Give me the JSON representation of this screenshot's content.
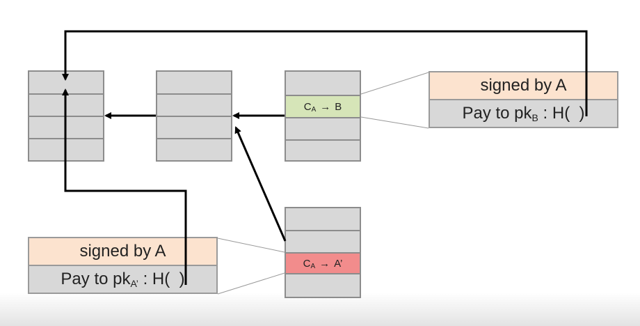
{
  "colors": {
    "block_fill": "#d8d8d8",
    "block_border": "#8c8c8c",
    "signed_fill": "#fce3cf",
    "coin_to_B_fill": "#d6e5b8",
    "coin_to_A_prime_fill": "#f28c8c",
    "arrow": "#000000",
    "connector": "#999999"
  },
  "coin_labels": {
    "to_B": {
      "coin": "C",
      "coin_sub": "A",
      "arrow": "→",
      "recipient": "B"
    },
    "to_A_prime": {
      "coin": "C",
      "coin_sub": "A",
      "arrow": "→",
      "recipient": "A’"
    }
  },
  "callouts": {
    "top_right": {
      "header": "signed by A",
      "body_prefix": "Pay to pk",
      "body_sub": "B",
      "body_suffix": " : H(  )"
    },
    "bottom_left": {
      "header": "signed by A",
      "body_prefix": "Pay to pk",
      "body_sub": "A’",
      "body_suffix": " : H(  )"
    }
  }
}
